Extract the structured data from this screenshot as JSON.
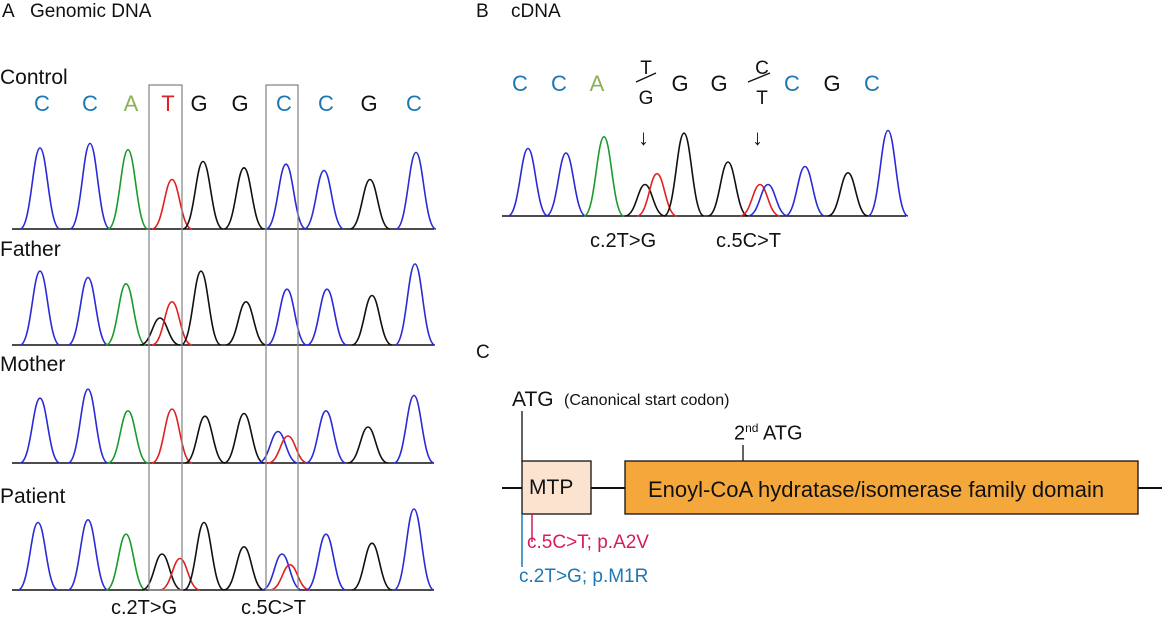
{
  "colors": {
    "C": "#1f77b4",
    "A": "#8cb05a",
    "T": "#e0202a",
    "G": "#111111",
    "trace_blue": "#2a2ad8",
    "trace_green": "#1b9a2e",
    "trace_red": "#e02020",
    "trace_black": "#111111",
    "mtp_fill": "#fbe3cf",
    "domain_fill": "#f4a83c",
    "mut_pink": "#d81b60",
    "mut_blue": "#1f77b4"
  },
  "panel_a": {
    "label": "A",
    "title": "Genomic DNA",
    "bases": [
      "C",
      "C",
      "A",
      "T",
      "G",
      "G",
      "C",
      "C",
      "G",
      "C"
    ],
    "samples": [
      "Control",
      "Father",
      "Mother",
      "Patient"
    ],
    "mutation_labels": [
      "c.2T>G",
      "c.5C>T"
    ]
  },
  "panel_b": {
    "label": "B",
    "title": "cDNA",
    "bases": [
      {
        "top": "C"
      },
      {
        "top": "C"
      },
      {
        "top": "A"
      },
      {
        "top": "T",
        "bottom": "G"
      },
      {
        "top": "G"
      },
      {
        "top": "G"
      },
      {
        "top": "C",
        "bottom": "T"
      },
      {
        "top": "C"
      },
      {
        "top": "G"
      },
      {
        "top": "C"
      }
    ],
    "arrows": [
      "↓",
      "↓"
    ],
    "mutation_labels": [
      "c.2T>G",
      "c.5C>T"
    ]
  },
  "panel_c": {
    "label": "C",
    "atg_label": "ATG",
    "atg_note": "(Canonical start codon)",
    "second_atg": "2",
    "second_atg_sup": "nd",
    "second_atg_rest": " ATG",
    "mtp_label": "MTP",
    "domain_label": "Enoyl-CoA hydratase/isomerase family domain",
    "mutation_1": "c.5C>T; p.A2V",
    "mutation_2": "c.2T>G; p.M1R"
  }
}
